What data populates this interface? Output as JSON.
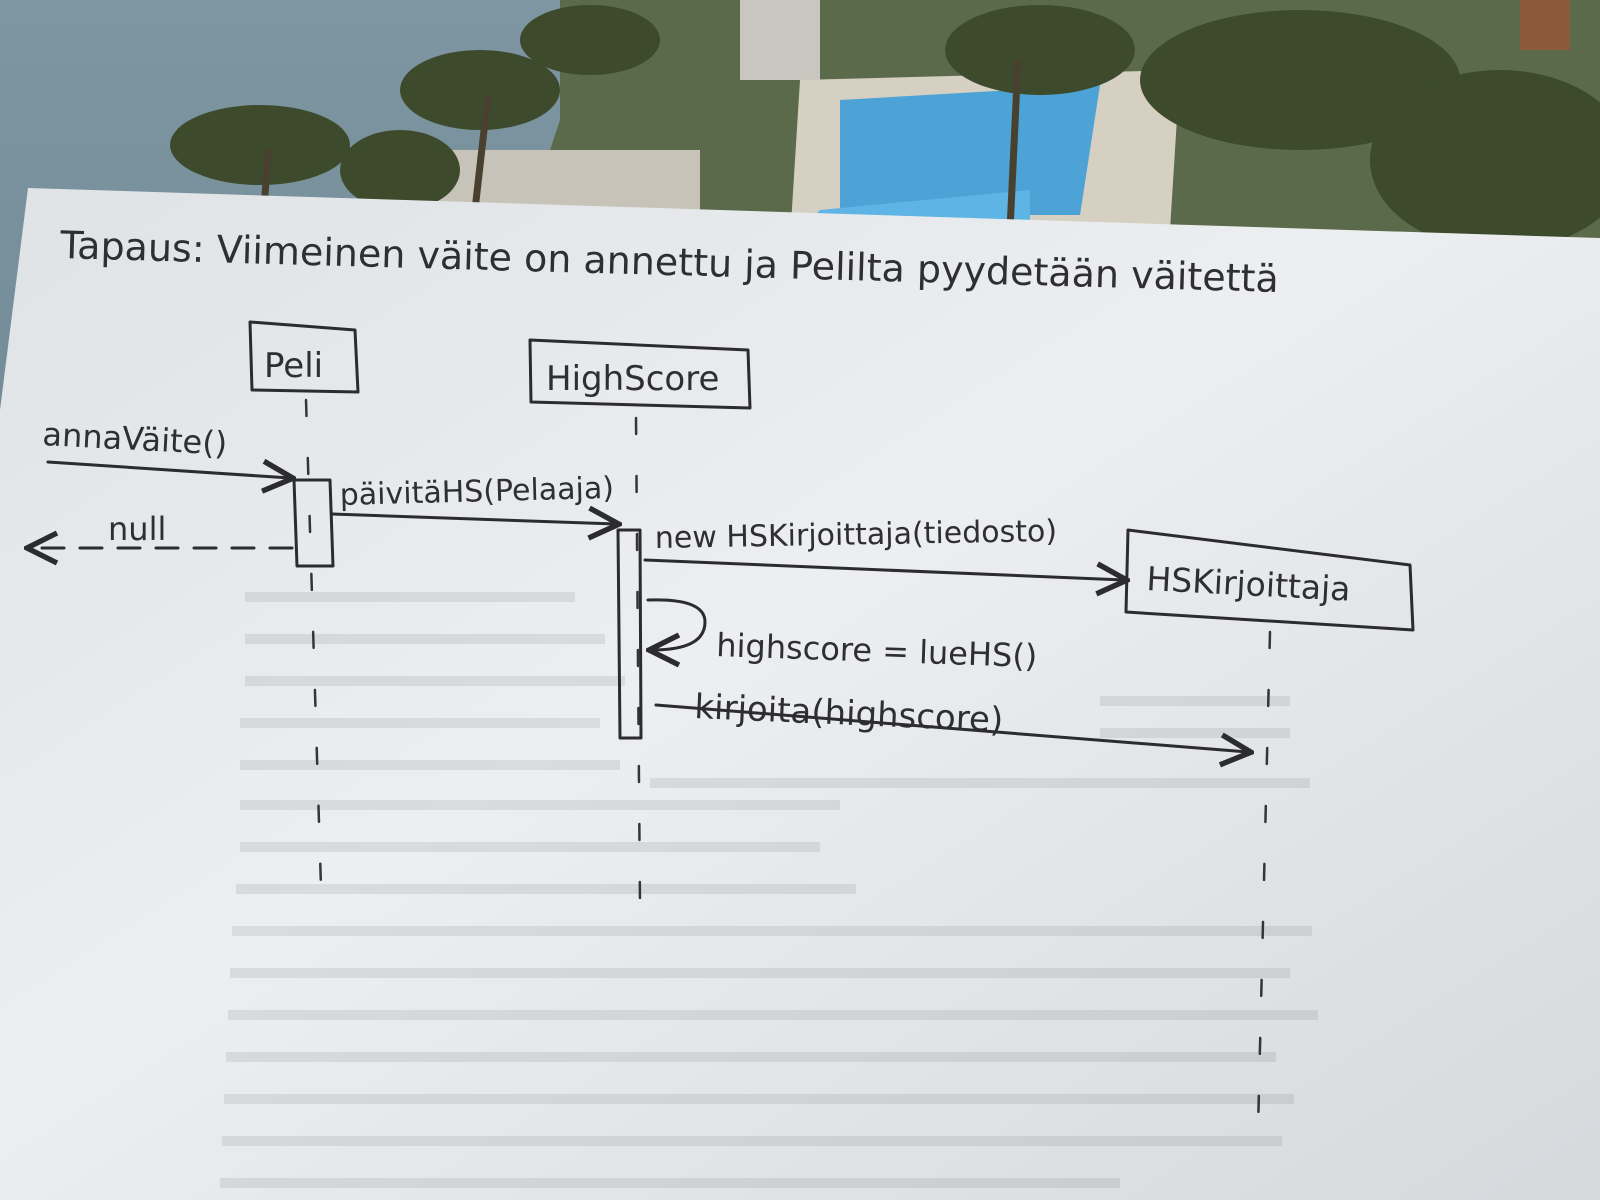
{
  "diagram": {
    "title": "Tapaus: Viimeinen väite on annettu ja Pelilta pyydetään väitettä",
    "participants": {
      "peli": "Peli",
      "highscore": "HighScore",
      "hskirjoittaja": "HSKirjoittaja"
    },
    "messages": {
      "anna_vaite": "annaVäite()",
      "null_return": "null",
      "paivita_hs": "päivitäHS(Pelaaja)",
      "new_hskirjoittaja": "new HSKirjoittaja(tiedosto)",
      "lue_hs": "highscore = lueHS()",
      "kirjoita": "kirjoita(highscore)"
    }
  },
  "colors": {
    "paper": "#e9ecee",
    "ink": "#2c2c30",
    "sea": "#6f8b99",
    "pool": "#4ea3d6",
    "palm": "#3d4a2c"
  }
}
